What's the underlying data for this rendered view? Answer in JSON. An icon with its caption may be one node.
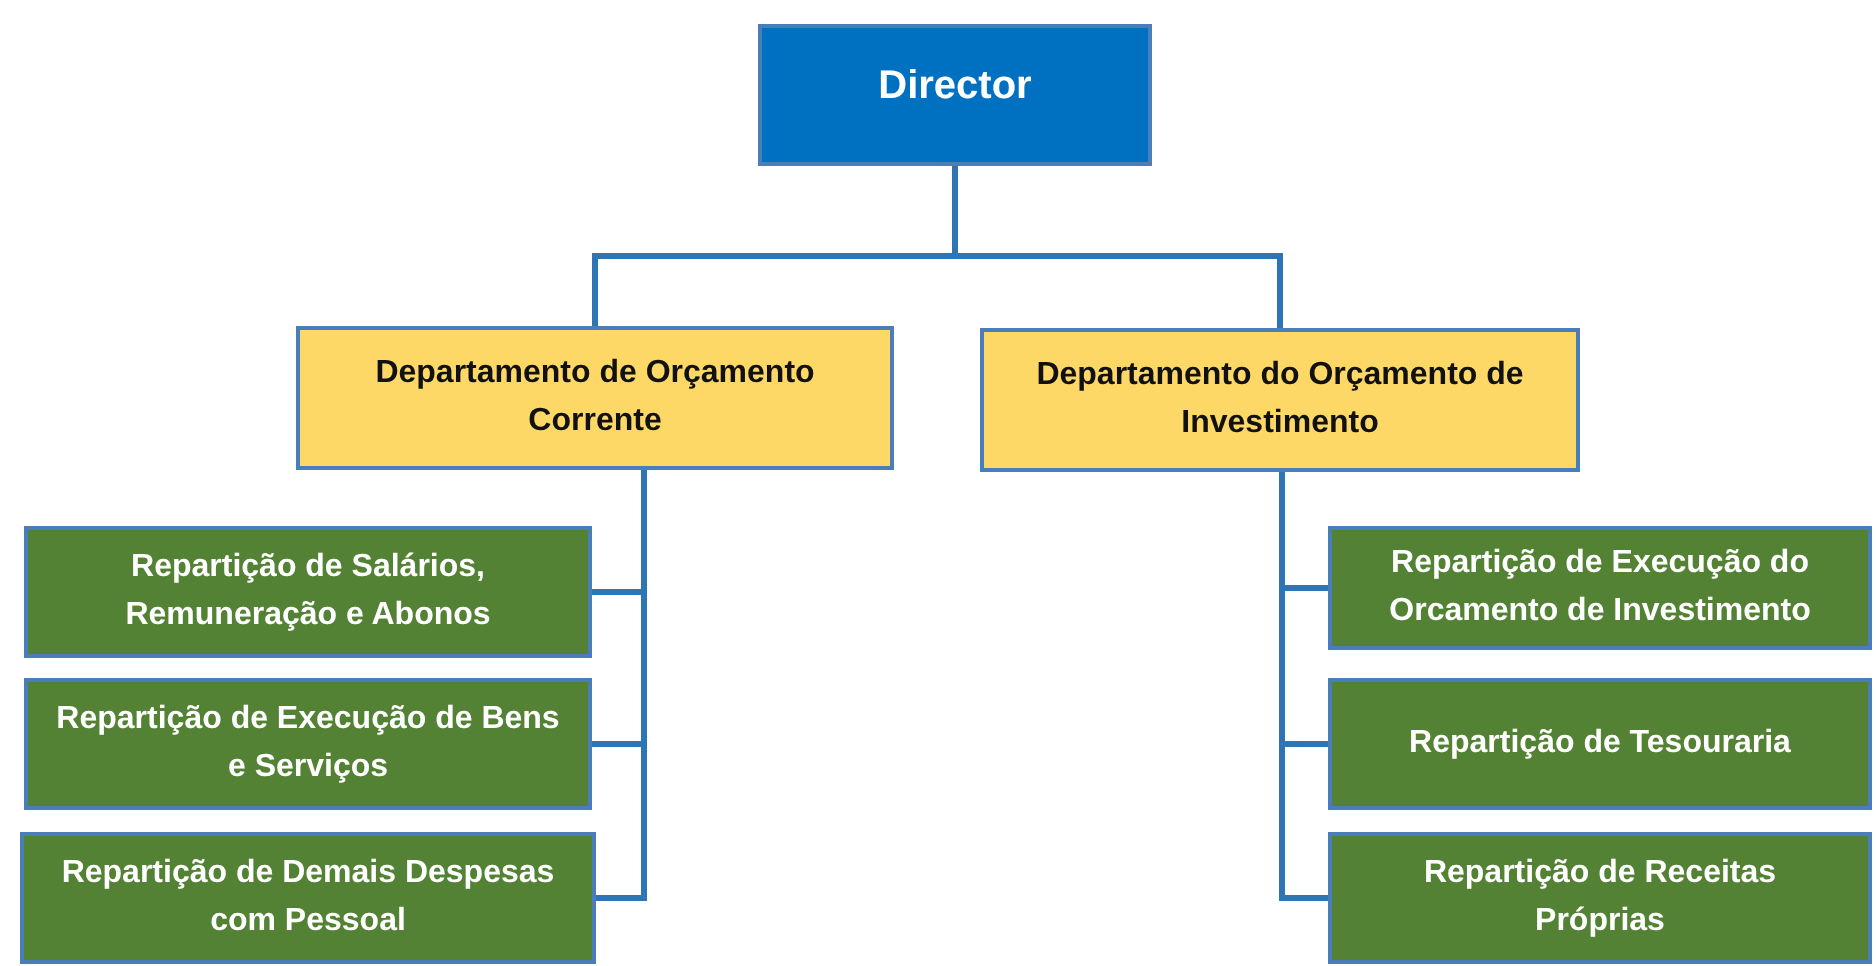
{
  "diagram": {
    "nodes": [
      {
        "text": [
          "Director"
        ]
      },
      {
        "text": [
          "Departamento de Orçamento Corrente"
        ]
      },
      {
        "text": [
          "Departamento do Orçamento de Investimento"
        ]
      },
      {
        "text": [
          "Repartição de Salários, Remuneração e Abonos"
        ]
      },
      {
        "text": [
          "Repartição de Execução de Bens e Serviços"
        ]
      },
      {
        "text": [
          "Repartição de Demais Despesas com Pessoal"
        ]
      },
      {
        "text": [
          "Repartição de Execução do Orcamento de Investimento"
        ]
      },
      {
        "text": [
          "Repartição de Tesouraria"
        ]
      },
      {
        "text": [
          "Repartição de Receitas Próprias"
        ]
      }
    ],
    "edges": [
      {
        "from": 0,
        "to": 1,
        "arrow": "none"
      },
      {
        "from": 0,
        "to": 2,
        "arrow": "none"
      },
      {
        "from": 1,
        "to": 3,
        "arrow": "none"
      },
      {
        "from": 1,
        "to": 4,
        "arrow": "none"
      },
      {
        "from": 1,
        "to": 5,
        "arrow": "none"
      },
      {
        "from": 2,
        "to": 6,
        "arrow": "none"
      },
      {
        "from": 2,
        "to": 7,
        "arrow": "none"
      },
      {
        "from": 2,
        "to": 8,
        "arrow": "none"
      }
    ]
  }
}
